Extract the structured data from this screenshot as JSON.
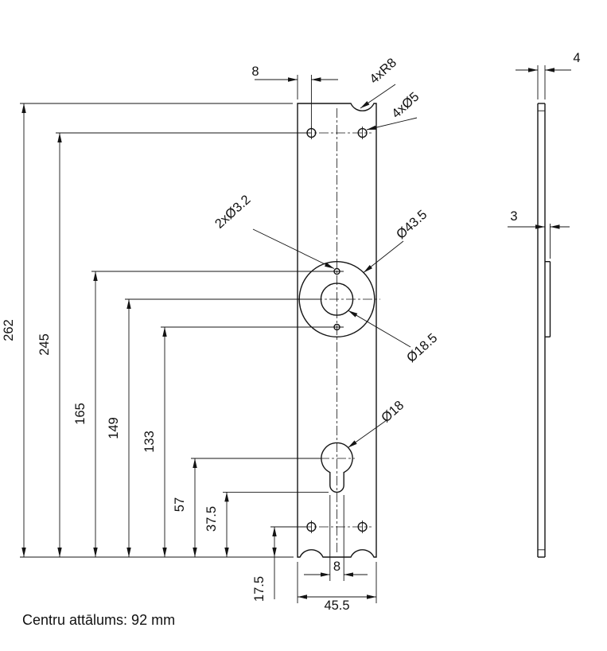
{
  "title_note": "Centru attālums: 92 mm",
  "front_view": {
    "vertical_dimensions": [
      "262",
      "245",
      "165",
      "149",
      "133",
      "57",
      "37.5",
      "17.5"
    ],
    "top_edge_offset": "8",
    "slot_width": "8",
    "plate_width": "45.5",
    "corner_notches": "4xR8",
    "screw_holes": "4xØ5",
    "pin_holes": "2xØ3.2",
    "outer_circle": "Ø43.5",
    "inner_circle": "Ø18.5",
    "key_hole": "Ø18"
  },
  "side_view": {
    "plate_thickness": "4",
    "boss_thickness": "3"
  }
}
